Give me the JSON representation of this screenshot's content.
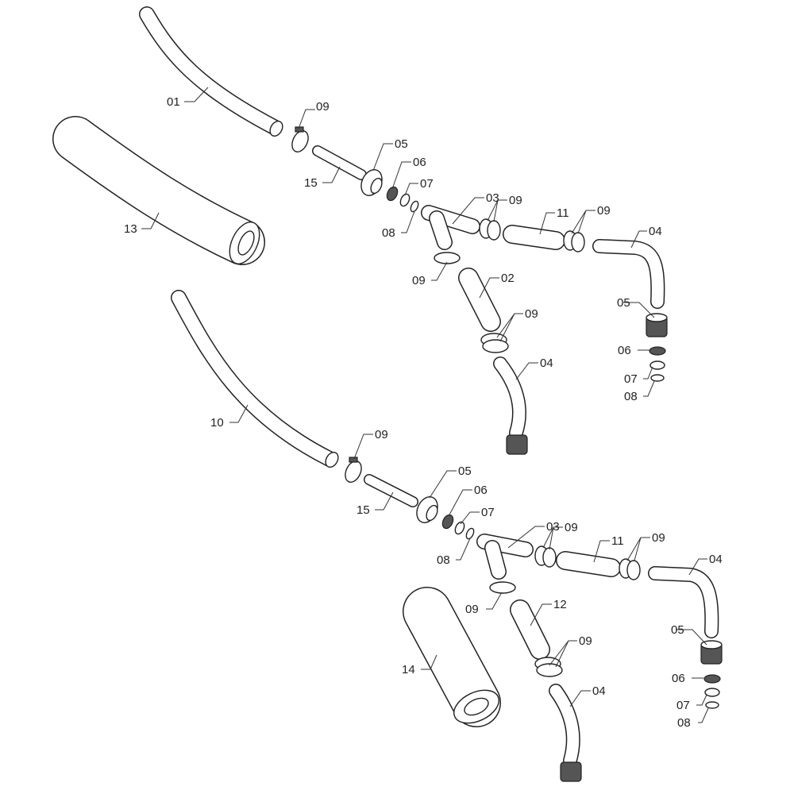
{
  "title": "Hose assembly exploded view",
  "labels": [
    "01",
    "09",
    "13",
    "05",
    "06",
    "15",
    "07",
    "03",
    "09",
    "11",
    "09",
    "04",
    "08",
    "02",
    "09",
    "05",
    "09",
    "06",
    "04",
    "07",
    "08",
    "10",
    "09",
    "05",
    "06",
    "15",
    "07",
    "03",
    "09",
    "11",
    "09",
    "04",
    "08",
    "09",
    "12",
    "05",
    "09",
    "14",
    "06",
    "04",
    "07",
    "08"
  ]
}
